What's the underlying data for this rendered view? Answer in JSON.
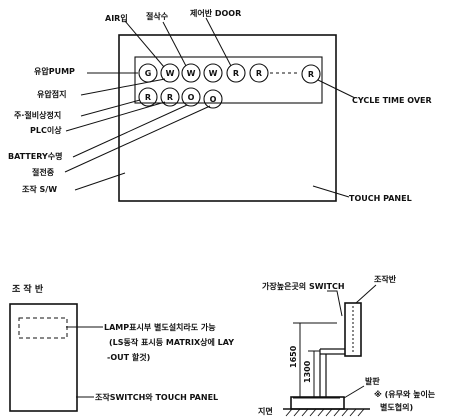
{
  "panel_diagram": {
    "labels": {
      "air": "AIR입",
      "cut_water": "절삭수",
      "control_door": "제어반 DOOR",
      "oil_pump": "유압PUMP",
      "oil_pressure": "유압점지",
      "main_emergency": "주·절비상정지",
      "plc_error": "PLC이상",
      "battery": "BATTERY수명",
      "power_cut": "절전중",
      "operation_sw": "조작 S/W",
      "cycle_time_over": "CYCLE TIME OVER",
      "touch_panel": "TOUCH PANEL"
    },
    "lamps_row1": [
      "G",
      "W",
      "W",
      "W",
      "R",
      "R",
      "R"
    ],
    "lamps_row2": [
      "R",
      "R",
      "O",
      "O"
    ]
  },
  "operation_panel": {
    "title": "조 작 반",
    "lamp_note_line1": "LAMP표시부 별도설치라도 가능",
    "lamp_note_line2": "(LS동작 표시등 MATRIX상에 LAY",
    "lamp_note_line3": "-OUT 할것)",
    "switch_note": "조작SWITCH와 TOUCH PANEL"
  },
  "installation": {
    "switch_label": "가장높은곳의 SWITCH",
    "panel_label": "조작반",
    "dim_1650": "1650",
    "dim_1300": "1300",
    "footplate_label": "발판",
    "footplate_note_line1": "※ (유무와 높이는",
    "footplate_note_line2": "별도협의)",
    "ground_label": "지면"
  }
}
